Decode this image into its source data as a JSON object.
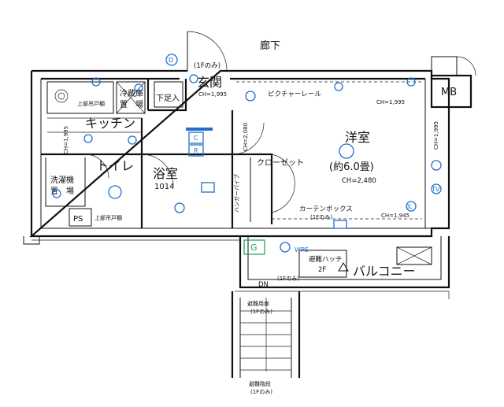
{
  "colors": {
    "wall": "#111111",
    "fixture_blue": "#1e6fd0",
    "gas_green": "#1f9a5a",
    "background": "#ffffff"
  },
  "labels": {
    "corridor": "廊下",
    "mb": "MB",
    "entrance": "玄関",
    "first_floor_only": "(1Fのみ)",
    "shoe_box": "下足入",
    "entrance_ch": "CH=1,995",
    "kitchen": "キッチン",
    "fridge_1": "冷蔵庫",
    "fridge_2": "置　場",
    "upper_cabinet": "上部吊戸棚",
    "kitchen_ch": "CH=1,995",
    "toilet": "トイレ",
    "washer_1": "洗濯機",
    "washer_2": "置　場",
    "bath": "浴室",
    "bath_size": "1014",
    "ps": "PS",
    "upper_cabinet_2": "上部吊戸棚",
    "hall_ch": "CH=2,080",
    "closet": "クローゼット",
    "hanger_pipe": "ハンガーパイプ",
    "western_room": "洋室",
    "room_size": "(約6.0畳)",
    "room_ch": "CH=2,480",
    "picture_rail": "ピクチャーレール",
    "rail_ch": "CH=1,995",
    "right_ch": "CH=1,995",
    "curtain_box": "カーテンボックス",
    "curtain_note": "(1Fのみ)",
    "curtain_ch": "CH=1,945",
    "gas": "G",
    "wpe": "WPE",
    "evac_hatch": "避難ハッチ",
    "evac_hatch_floor": "2F",
    "first_floor_only_2": "(1Fのみ)",
    "balcony": "バルコニー",
    "dn": "DN",
    "evac_door": "避難用扉",
    "evac_door_note": "(1Fのみ)",
    "evac_stairs": "避難階段",
    "evac_stairs_note": "(1Fのみ)",
    "letter_c": "C",
    "letter_r": "R",
    "tv": "TV",
    "il": "IL",
    "d": "D"
  }
}
